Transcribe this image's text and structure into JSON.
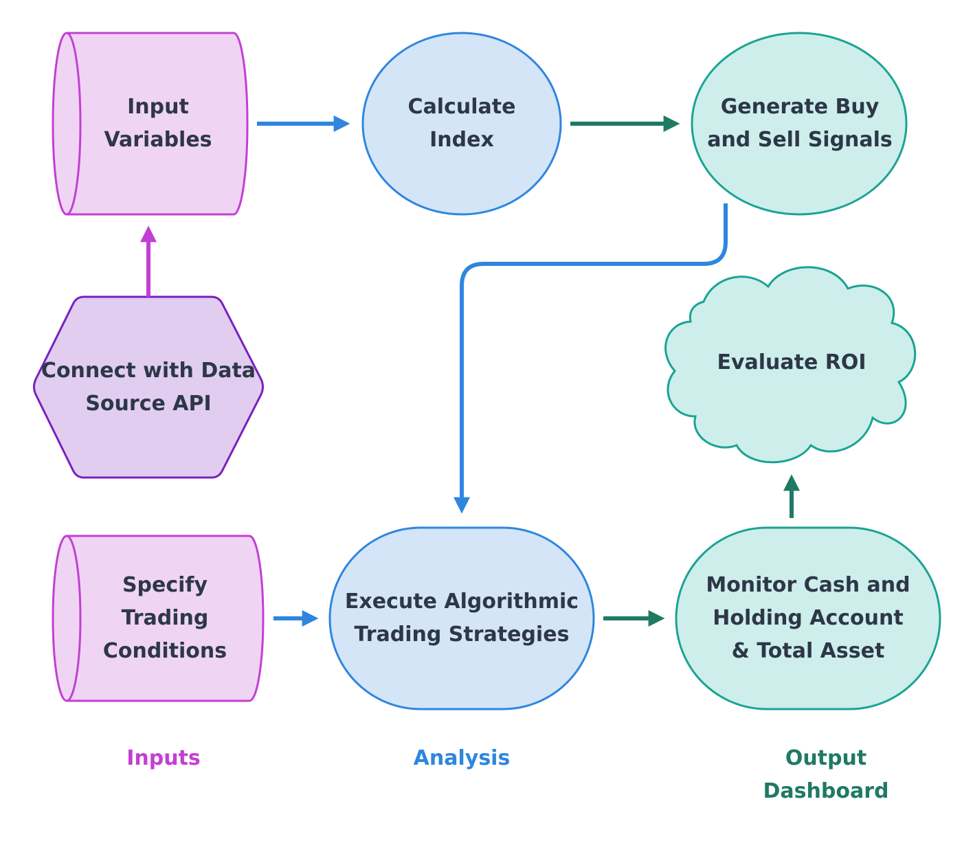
{
  "nodes": {
    "input_variables": {
      "label": "Input\nVariables",
      "shape": "cylinder"
    },
    "calculate_index": {
      "label": "Calculate\nIndex",
      "shape": "ellipse"
    },
    "generate_signals": {
      "label": "Generate Buy\nand Sell Signals",
      "shape": "ellipse"
    },
    "connect_api": {
      "label": "Connect with Data\nSource API",
      "shape": "hexagon"
    },
    "evaluate_roi": {
      "label": "Evaluate ROI",
      "shape": "cloud"
    },
    "specify_conditions": {
      "label": "Specify\nTrading\nConditions",
      "shape": "cylinder"
    },
    "execute_strategies": {
      "label": "Execute Algorithmic\nTrading Strategies",
      "shape": "stadium"
    },
    "monitor_account": {
      "label": "Monitor Cash and\nHolding Account\n& Total Asset",
      "shape": "stadium"
    }
  },
  "columns": {
    "inputs": "Inputs",
    "analysis": "Analysis",
    "output": "Output\nDashboard"
  },
  "colors": {
    "inputs_fill": "#f0d4f4",
    "inputs_stroke": "#c33fd4",
    "api_fill": "#e0cdf0",
    "api_stroke": "#7a1fbf",
    "analysis_fill": "#d3e5f6",
    "analysis_stroke": "#2e86de",
    "output_fill": "#cdeeea",
    "output_stroke": "#1aa394",
    "output_arrow": "#1f7a63",
    "text": "#2d3748"
  },
  "edges": [
    {
      "from": "connect_api",
      "to": "input_variables"
    },
    {
      "from": "input_variables",
      "to": "calculate_index"
    },
    {
      "from": "calculate_index",
      "to": "generate_signals"
    },
    {
      "from": "generate_signals",
      "to": "execute_strategies"
    },
    {
      "from": "specify_conditions",
      "to": "execute_strategies"
    },
    {
      "from": "execute_strategies",
      "to": "monitor_account"
    },
    {
      "from": "monitor_account",
      "to": "evaluate_roi"
    }
  ]
}
